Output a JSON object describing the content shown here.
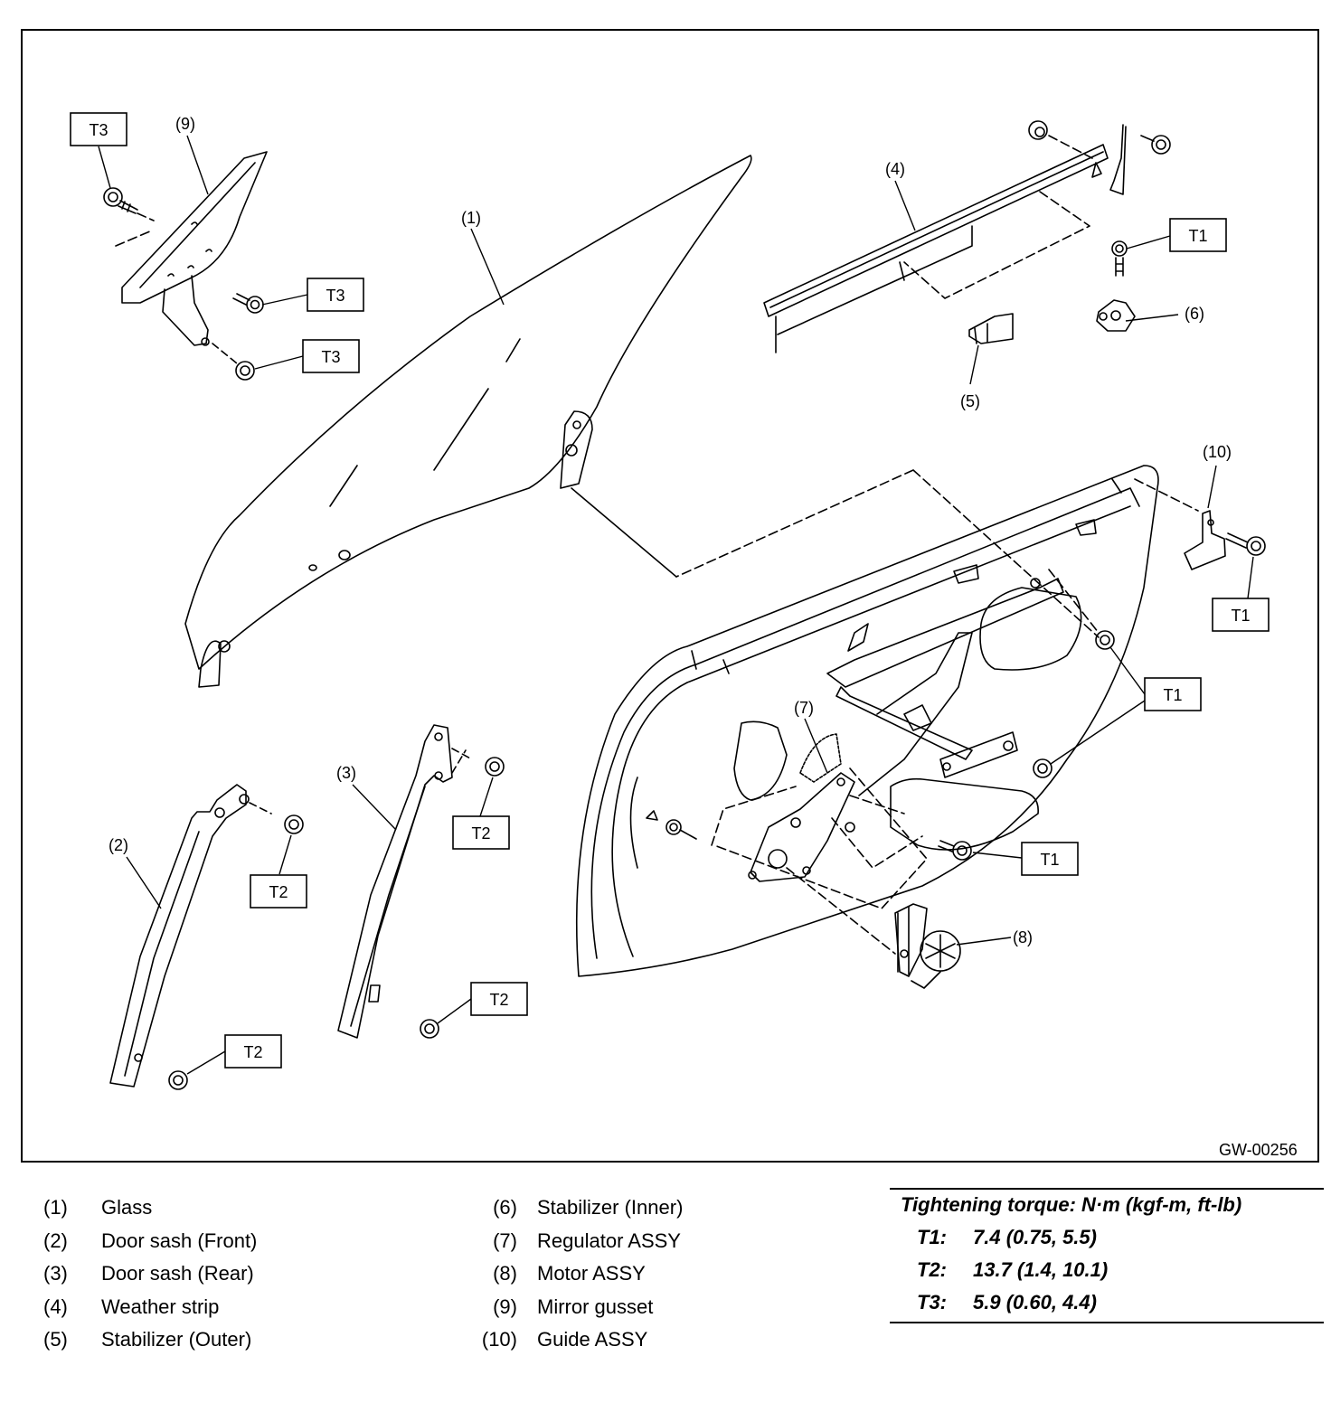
{
  "diagram": {
    "figure_code": "GW-00256",
    "callouts": [
      {
        "id": "c1",
        "text": "(1)"
      },
      {
        "id": "c2",
        "text": "(2)"
      },
      {
        "id": "c3",
        "text": "(3)"
      },
      {
        "id": "c4",
        "text": "(4)"
      },
      {
        "id": "c5",
        "text": "(5)"
      },
      {
        "id": "c6",
        "text": "(6)"
      },
      {
        "id": "c7",
        "text": "(7)"
      },
      {
        "id": "c8",
        "text": "(8)"
      },
      {
        "id": "c9",
        "text": "(9)"
      },
      {
        "id": "c10",
        "text": "(10)"
      }
    ],
    "torque_tags": {
      "t1": "T1",
      "t2": "T2",
      "t3": "T3"
    }
  },
  "legend": {
    "left": [
      {
        "num": "(1)",
        "name": "Glass"
      },
      {
        "num": "(2)",
        "name": "Door sash (Front)"
      },
      {
        "num": "(3)",
        "name": "Door sash (Rear)"
      },
      {
        "num": "(4)",
        "name": "Weather strip"
      },
      {
        "num": "(5)",
        "name": "Stabilizer (Outer)"
      }
    ],
    "right": [
      {
        "num": "(6)",
        "name": "Stabilizer (Inner)"
      },
      {
        "num": "(7)",
        "name": "Regulator ASSY"
      },
      {
        "num": "(8)",
        "name": "Motor ASSY"
      },
      {
        "num": "(9)",
        "name": "Mirror gusset"
      },
      {
        "num": "(10)",
        "name": "Guide ASSY"
      }
    ]
  },
  "torque": {
    "title": "Tightening torque: N·m (kgf-m, ft-lb)",
    "rows": [
      {
        "key": "T1:",
        "value": "7.4 (0.75, 5.5)"
      },
      {
        "key": "T2:",
        "value": "13.7 (1.4, 10.1)"
      },
      {
        "key": "T3:",
        "value": "5.9 (0.60, 4.4)"
      }
    ]
  }
}
